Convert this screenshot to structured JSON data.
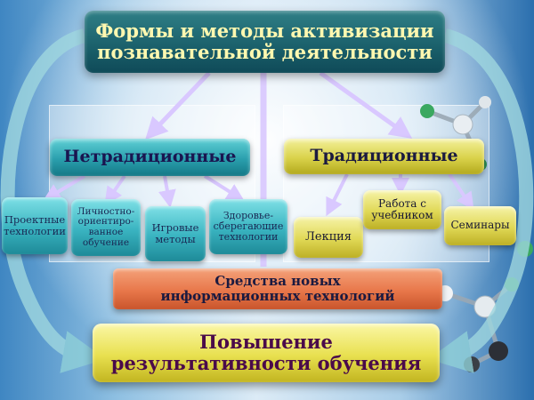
{
  "title": {
    "line1": "Формы и методы  активизации",
    "line2": "познавательной деятельности"
  },
  "categories": {
    "left": "Нетрадиционные",
    "right": "Традиционные"
  },
  "nontraditional_items": [
    "Проектные технологии",
    "Личностно-ориентиро-ванное обучение",
    "Игровые методы",
    "Здоровье-сберегающие технологии"
  ],
  "traditional_items": [
    "Лекция",
    "Работа с учебником",
    "Семинары"
  ],
  "media": {
    "line1": "Средства новых",
    "line2": "информационных технологий"
  },
  "result": {
    "line1": "Повышение",
    "line2": "результативности обучения"
  },
  "colors": {
    "title_bg": "#1a5f6a",
    "title_text": "#fff8b0",
    "nontraditional_bg": "#2a9fad",
    "traditional_bg": "#d9d24a",
    "media_bg": "#e8774a",
    "result_bg": "#e8e04f",
    "result_text": "#4a0a4a",
    "arrow": "#d9c8ff"
  }
}
